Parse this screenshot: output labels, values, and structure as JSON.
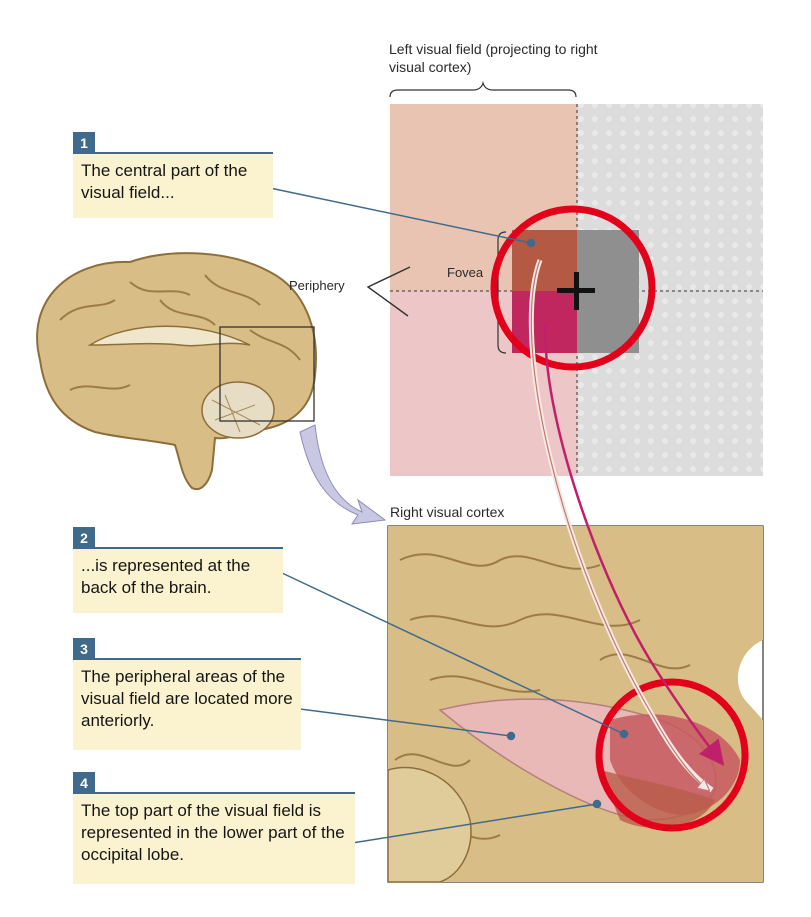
{
  "header": {
    "field_title": "Left visual field (projecting to right visual cortex)"
  },
  "labels": {
    "periphery": "Periphery",
    "fovea": "Fovea",
    "cortex_title": "Right visual cortex"
  },
  "callouts": [
    {
      "number": "1",
      "text": "The central part of the visual field..."
    },
    {
      "number": "2",
      "text": "...is represented at the back of the brain."
    },
    {
      "number": "3",
      "text": "The peripheral areas of the visual field are located more anteriorly."
    },
    {
      "number": "4",
      "text": "The top part of the visual field is represented in the lower part of the occipital lobe."
    }
  ],
  "colors": {
    "callout_accent": "#3f6a8c",
    "callout_bg": "#fbf3cf",
    "highlight_circle": "#e3001b",
    "brain_tan": "#d9bd86"
  }
}
